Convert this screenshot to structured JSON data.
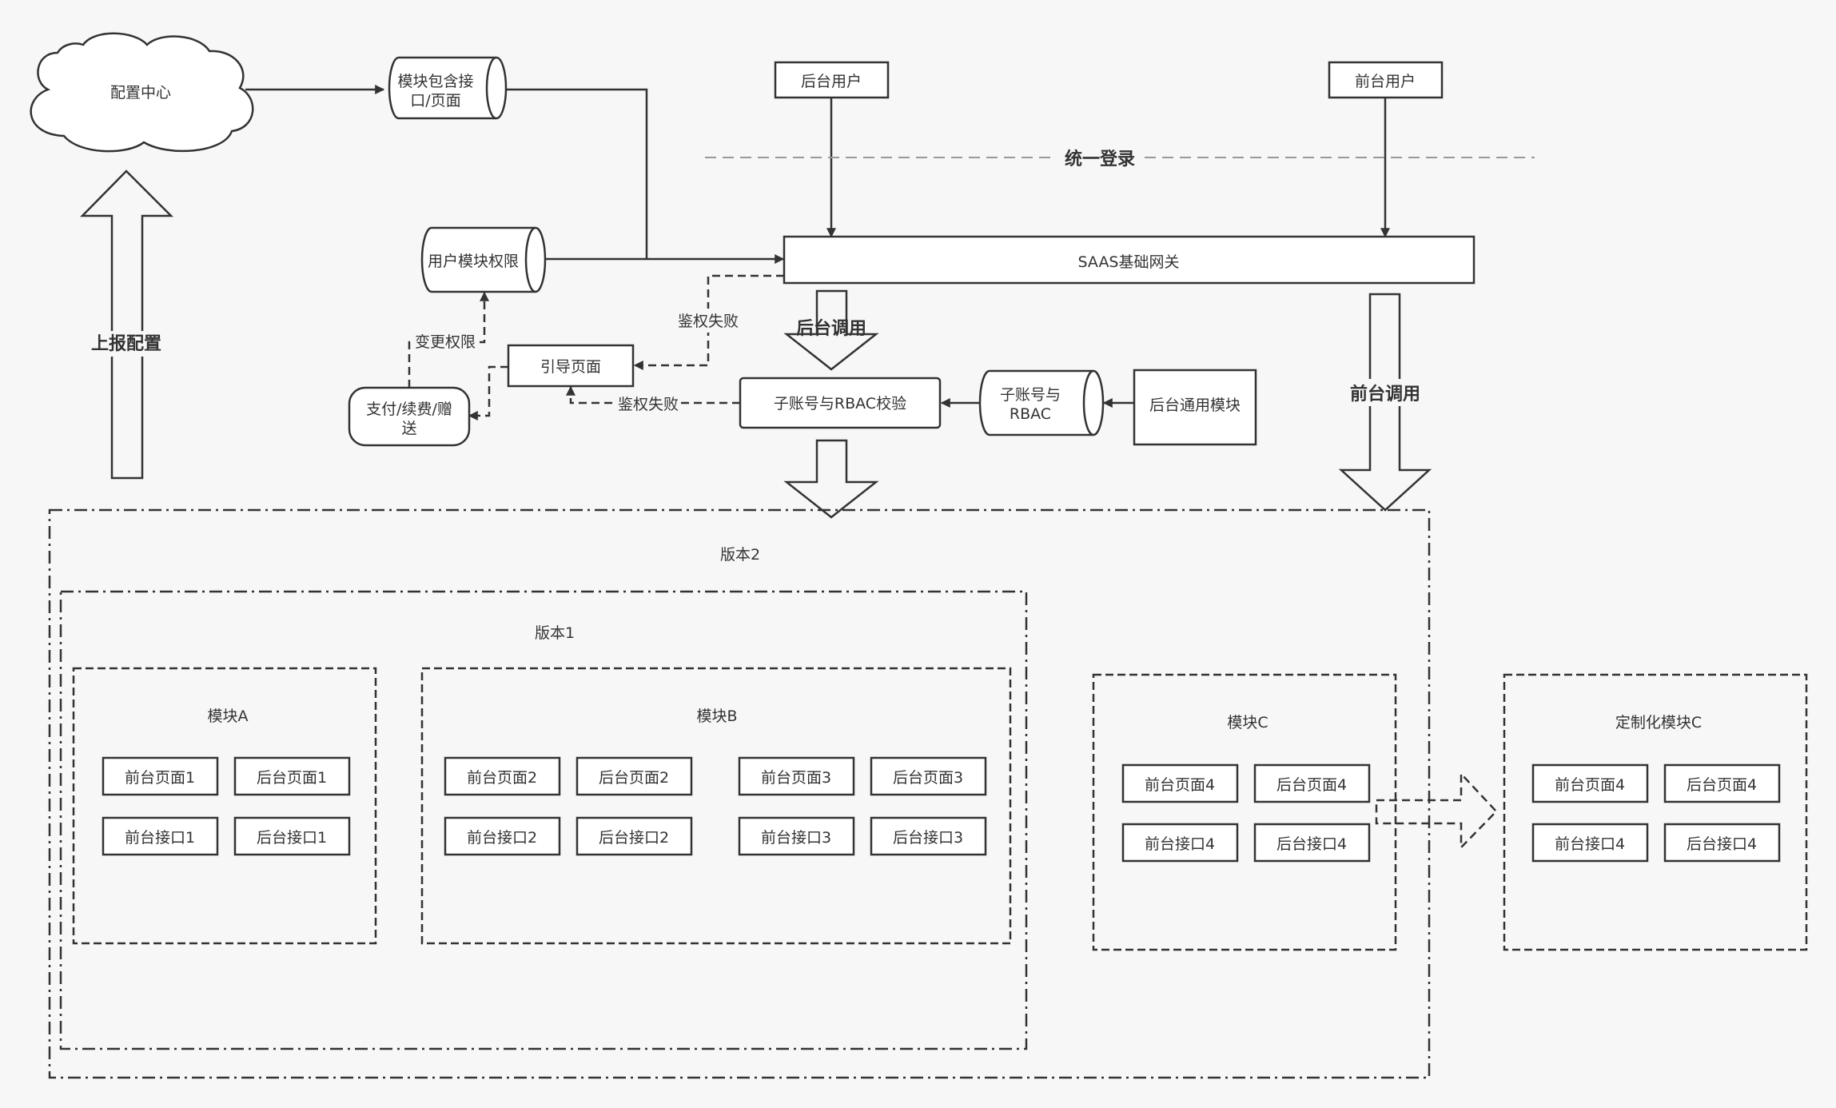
{
  "config_center": "配置中心",
  "module_contains": [
    "模块包含接",
    "口/页面"
  ],
  "backend_user": "后台用户",
  "frontend_user": "前台用户",
  "unified_login": "统一登录",
  "saas_gateway": "SAAS基础网关",
  "user_module_permission": "用户模块权限",
  "change_permission": "变更权限",
  "auth_fail_1": "鉴权失败",
  "auth_fail_2": "鉴权失败",
  "guide_page": "引导页面",
  "payment": [
    "支付/续费/赠",
    "送"
  ],
  "backend_call": "后台调用",
  "frontend_call": "前台调用",
  "rbac_check": "子账号与RBAC校验",
  "sub_account_rbac": [
    "子账号与",
    "RBAC"
  ],
  "backend_common_module": "后台通用模块",
  "report_config": "上报配置",
  "version2": "版本2",
  "version1": "版本1",
  "module_a": {
    "title": "模块A",
    "items": [
      "前台页面1",
      "后台页面1",
      "前台接口1",
      "后台接口1"
    ]
  },
  "module_b": {
    "title": "模块B",
    "items": [
      "前台页面2",
      "后台页面2",
      "前台接口2",
      "后台接口2",
      "前台页面3",
      "后台页面3",
      "前台接口3",
      "后台接口3"
    ]
  },
  "module_c": {
    "title": "模块C",
    "items": [
      "前台页面4",
      "后台页面4",
      "前台接口4",
      "后台接口4"
    ]
  },
  "custom_module_c": {
    "title": "定制化模块C",
    "items": [
      "前台页面4",
      "后台页面4",
      "前台接口4",
      "后台接口4"
    ]
  }
}
